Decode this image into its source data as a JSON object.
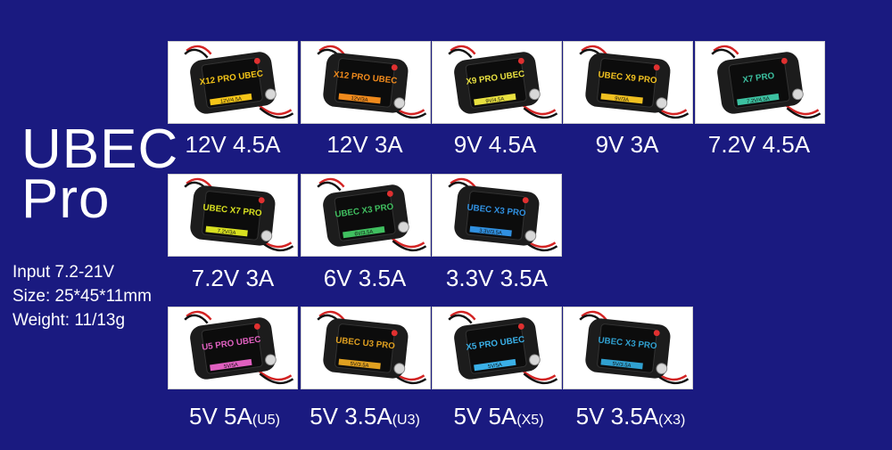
{
  "title": {
    "line1": "UBEC",
    "line2": "Pro"
  },
  "specs": {
    "input": "Input 7.2-21V",
    "size": "Size: 25*45*11mm",
    "weight": "Weight: 11/13g"
  },
  "colors": {
    "background": "#1a1a80",
    "card": "#ffffff",
    "module": "#1c1c1c",
    "wire_red": "#d32424"
  },
  "products": [
    {
      "label": "12V 4.5A",
      "suffix": "",
      "badge": "X12 PRO UBEC",
      "spec": "12V/4.5A",
      "accent": "#f5c518"
    },
    {
      "label": "12V 3A",
      "suffix": "",
      "badge": "X12 PRO UBEC",
      "spec": "12V/3A",
      "accent": "#f08a1c"
    },
    {
      "label": "9V 4.5A",
      "suffix": "",
      "badge": "X9 PRO UBEC",
      "spec": "9V/4.5A",
      "accent": "#e8e040"
    },
    {
      "label": "9V 3A",
      "suffix": "",
      "badge": "UBEC X9 PRO",
      "spec": "9V/3A",
      "accent": "#f0c020"
    },
    {
      "label": "7.2V 4.5A",
      "suffix": "",
      "badge": "X7 PRO",
      "spec": "7.2V/4.5A",
      "accent": "#3cc0a0"
    },
    {
      "label": "7.2V 3A",
      "suffix": "",
      "badge": "UBEC X7 PRO",
      "spec": "7.2V/3A",
      "accent": "#d8e020"
    },
    {
      "label": "6V 3.5A",
      "suffix": "",
      "badge": "UBEC X3 PRO",
      "spec": "6V/3.5A",
      "accent": "#40c060"
    },
    {
      "label": "3.3V 3.5A",
      "suffix": "",
      "badge": "UBEC X3 PRO",
      "spec": "3.3V/3.5A",
      "accent": "#3090e0"
    },
    {
      "label": "5V 5A",
      "suffix": "(U5)",
      "badge": "U5 PRO UBEC",
      "spec": "5V/5A",
      "accent": "#e060c0"
    },
    {
      "label": "5V 3.5A",
      "suffix": "(U3)",
      "badge": "UBEC U3 PRO",
      "spec": "5V/3.5A",
      "accent": "#e0a020"
    },
    {
      "label": "5V 5A",
      "suffix": "(X5)",
      "badge": "X5 PRO UBEC",
      "spec": "5V/5A",
      "accent": "#3ab0e8"
    },
    {
      "label": "5V 3.5A",
      "suffix": "(X3)",
      "badge": "UBEC X3 PRO",
      "spec": "5V/3.5A",
      "accent": "#30a0d0"
    }
  ]
}
